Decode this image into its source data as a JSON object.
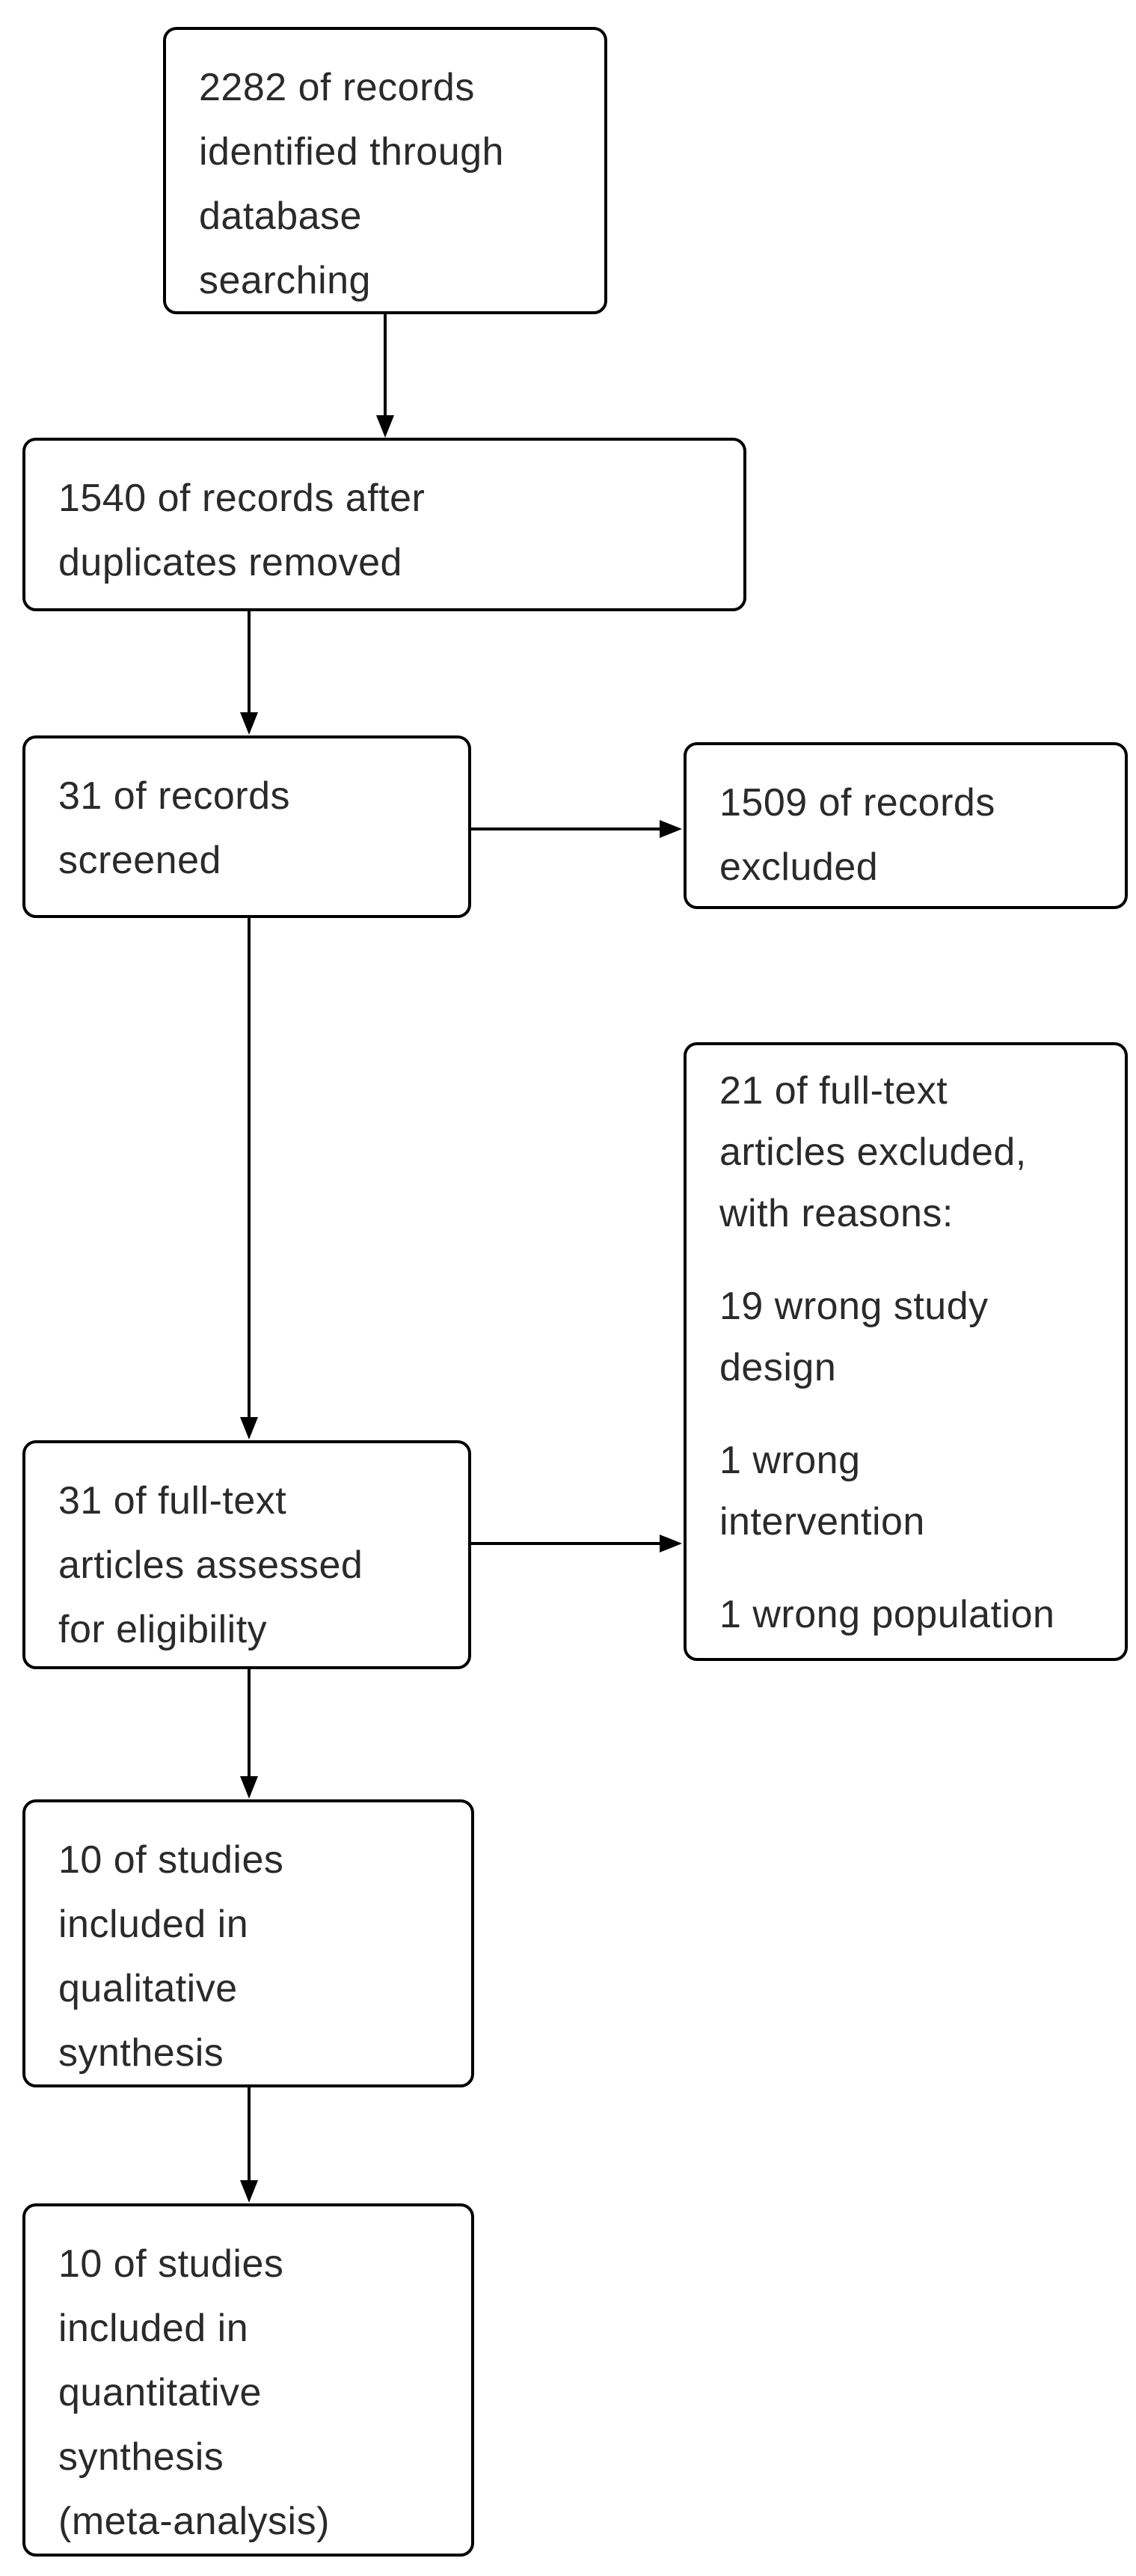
{
  "diagram": {
    "kind": "prisma-flow-diagram",
    "colors": {
      "border": "#000000",
      "background": "#ffffff",
      "text": "#2a2a2a"
    },
    "boxes": {
      "identification": {
        "text": "2282 of records\nidentified through\ndatabase\nsearching"
      },
      "deduplicated": {
        "text": "1540 of records after\nduplicates removed"
      },
      "screened": {
        "text": "31 of records\nscreened"
      },
      "records_excluded": {
        "text": "1509 of records\nexcluded"
      },
      "fulltext_assessed": {
        "text": "31 of full-text\narticles assessed\nfor eligibility"
      },
      "fulltext_excluded": {
        "heading": "21 of full-text\narticles excluded,\nwith reasons:",
        "reason_1": "19 wrong study\ndesign",
        "reason_2": "1 wrong\nintervention",
        "reason_3": "1 wrong population"
      },
      "qualitative": {
        "text": "10 of studies\nincluded in\nqualitative\nsynthesis"
      },
      "quantitative": {
        "text": "10 of studies\nincluded in\nquantitative\nsynthesis\n(meta-analysis)"
      }
    }
  }
}
